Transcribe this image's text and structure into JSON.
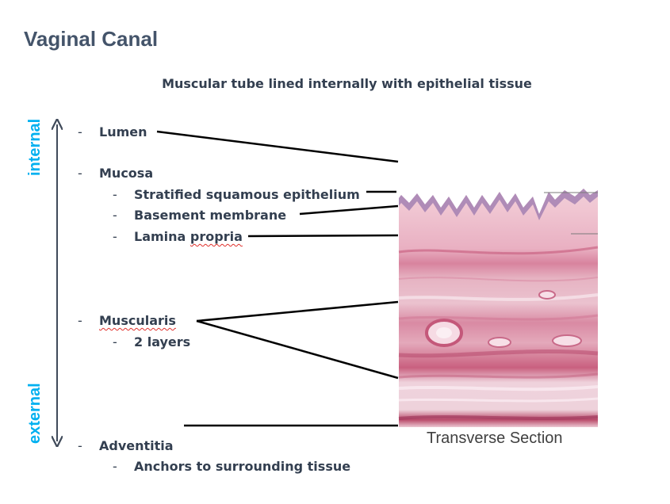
{
  "title": "Vaginal Canal",
  "subtitle": "Muscular tube lined internally with epithelial tissue",
  "axis": {
    "top_label": "internal",
    "bottom_label": "external"
  },
  "layers": {
    "lumen": "Lumen",
    "mucosa": "Mucosa",
    "epithelium": "Stratified squamous epithelium",
    "basement": "Basement membrane",
    "lamina_a": "Lamina ",
    "lamina_b": "propria",
    "muscularis": "Muscularis",
    "two_layers": "2 layers",
    "adventitia": "Adventitia",
    "anchors": "Anchors to surrounding tissue"
  },
  "dash": "-",
  "caption": "Transverse Section",
  "colors": {
    "title": "#44546a",
    "text": "#333f50",
    "axis_label": "#00b0f0",
    "leader": "#000000"
  }
}
